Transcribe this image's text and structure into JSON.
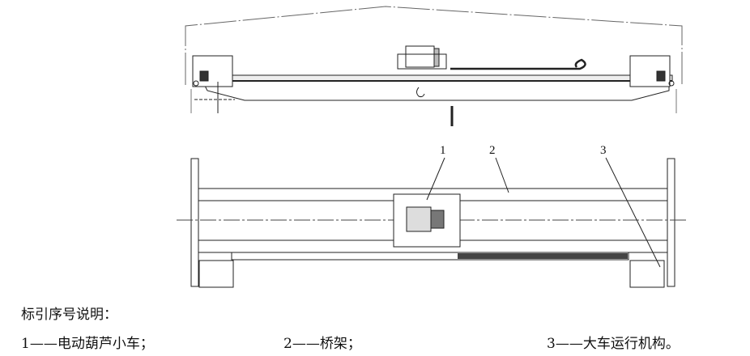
{
  "callouts": {
    "c1": "1",
    "c2": "2",
    "c3": "3"
  },
  "legend": {
    "title": "标引序号说明：",
    "items": [
      {
        "text": "1——电动葫芦小车；"
      },
      {
        "text": "2——桥架；"
      },
      {
        "text": "3——大车运行机构。"
      }
    ]
  },
  "colors": {
    "line": "#222222",
    "background": "#ffffff"
  }
}
